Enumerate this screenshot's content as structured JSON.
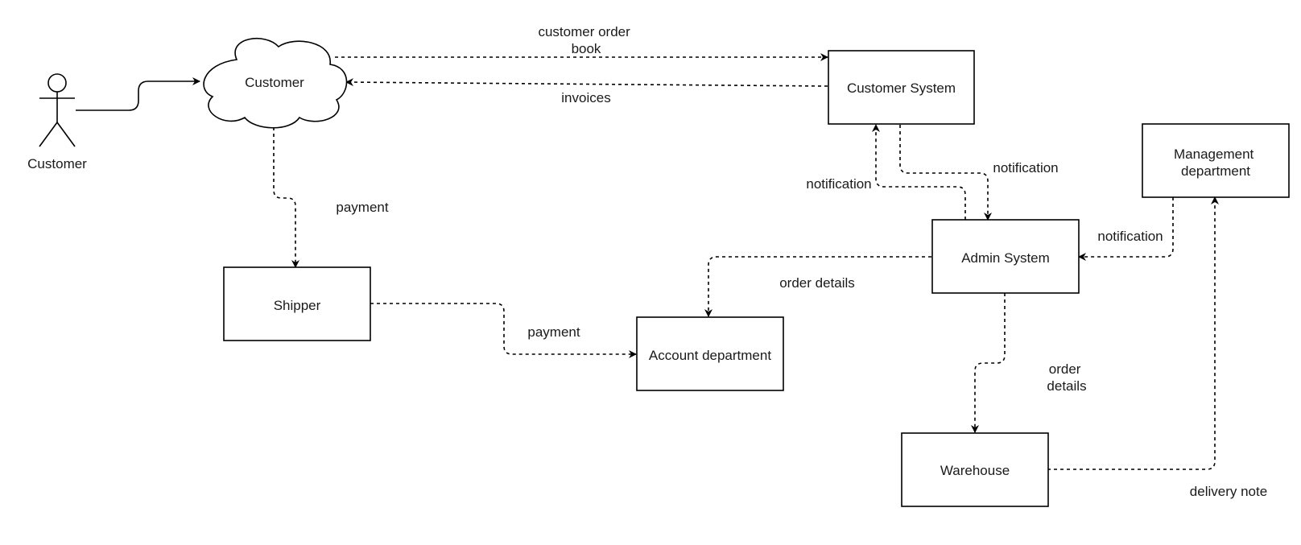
{
  "actor": {
    "label": "Customer"
  },
  "nodes": {
    "customer_cloud": "Customer",
    "customer_system": "Customer System",
    "management_department": [
      "Management",
      "department"
    ],
    "admin_system": "Admin System",
    "shipper": "Shipper",
    "account_department": "Account department",
    "warehouse": "Warehouse"
  },
  "edges": {
    "customer_order_book": [
      "customer order",
      "book"
    ],
    "invoices": "invoices",
    "payment_to_shipper": "payment",
    "notification_admin_to_customer_system": "notification",
    "notification_customer_system_to_admin": "notification",
    "notification_management_to_admin": "notification",
    "order_details_to_account": "order details",
    "payment_to_account": "payment",
    "order_details_to_warehouse": [
      "order",
      "details"
    ],
    "delivery_note": "delivery note"
  }
}
